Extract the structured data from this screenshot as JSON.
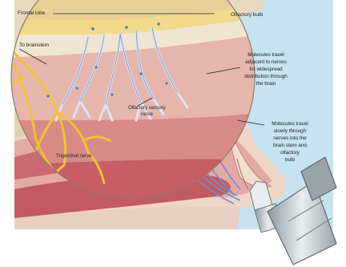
{
  "labels": {
    "frontal_lobe": "Frontal lobe",
    "olfactory_bulb": "Olfactory bulb",
    "to_brainstem": "To brainstem",
    "olfactory_sensory_nerve_line1": "Olfactory sensory",
    "olfactory_sensory_nerve_line2": "nerve",
    "trigeminal_nerve": "Trigeminal nerve",
    "molecules_widespread": [
      "Molecules travel",
      "adjacent to nerves",
      "for widespread",
      "distribution through",
      "the brain"
    ],
    "molecules_slowly": [
      "Molecules travel",
      "slowly through",
      "nerves into the",
      "brain stem and",
      "olfactory",
      "bulb"
    ]
  },
  "colors": {
    "background_panel": "#c6e3ef",
    "skin": "#e9cfc0",
    "bone": "#e4d7bb",
    "brain": "#d6b56b",
    "mucosa": "#c35a62",
    "nerve_yellow": "#f1c232",
    "nerve_blue": "#7a9ed1",
    "device": "#b8c2c6"
  }
}
